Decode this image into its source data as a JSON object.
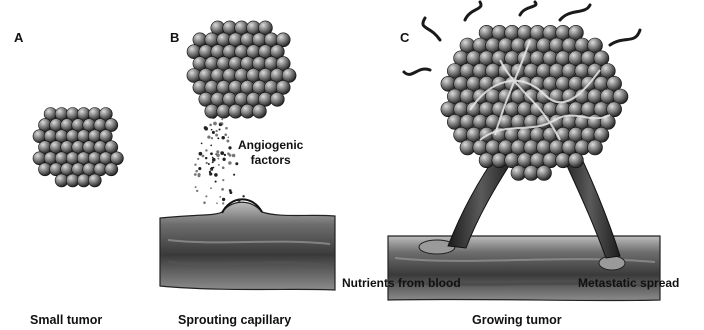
{
  "panels": [
    {
      "letter": "A",
      "caption": "Small tumor"
    },
    {
      "letter": "B",
      "caption": "Sprouting capillary"
    },
    {
      "letter": "C",
      "caption": "Growing tumor"
    }
  ],
  "labels": {
    "angiogenic_line1": "Angiogenic",
    "angiogenic_line2": "factors",
    "nutrients": "Nutrients from blood",
    "metastatic": "Metastatic spread"
  }
}
